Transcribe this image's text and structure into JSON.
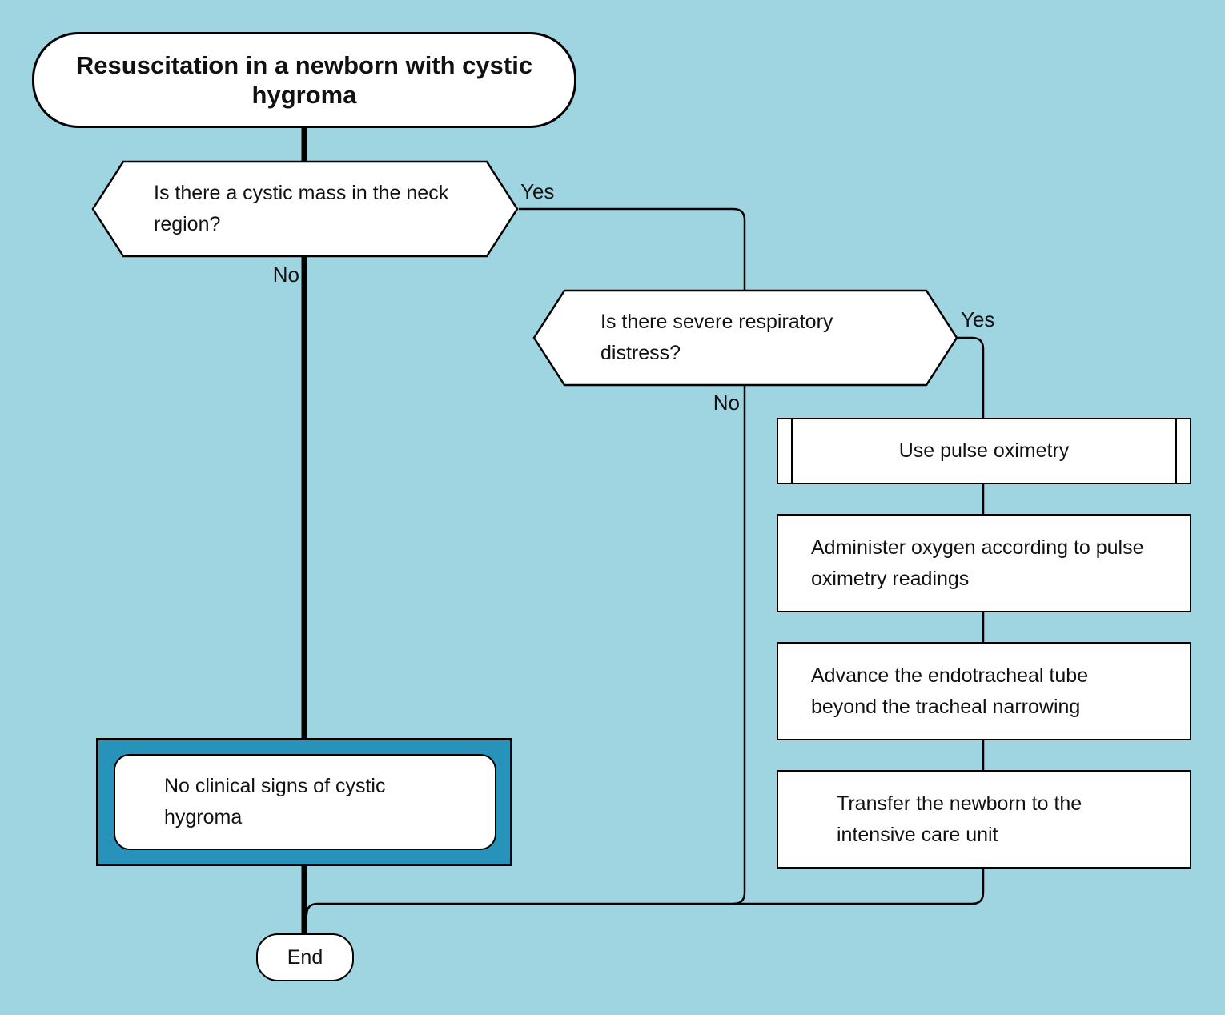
{
  "colors": {
    "background": "#9FD5E1",
    "accent": "#2793BA",
    "line": "#000000",
    "node_fill": "#ffffff"
  },
  "title": {
    "label": "Resuscitation in a newborn with cystic hygroma",
    "type": "start"
  },
  "nodes": {
    "q_cystic_mass": {
      "label": "Is there a cystic mass in the neck region?",
      "type": "decision"
    },
    "q_respiratory_distress": {
      "label": "Is there severe respiratory distress?",
      "type": "decision"
    },
    "use_pulse_oximetry": {
      "label": "Use pulse oximetry",
      "type": "predefined-process"
    },
    "administer_oxygen": {
      "label": "Administer oxygen according to pulse oximetry readings",
      "type": "process"
    },
    "advance_tube": {
      "label": "Advance the endotracheal tube beyond the tracheal narrowing",
      "type": "process"
    },
    "transfer_icu": {
      "label": "Transfer the newborn to the intensive care unit",
      "type": "process"
    },
    "no_clinical_signs": {
      "label": "No clinical signs of cystic hygroma",
      "type": "highlighted-result"
    },
    "end": {
      "label": "End",
      "type": "terminator"
    }
  },
  "edge_labels": {
    "q1_yes": "Yes",
    "q1_no": "No",
    "q2_yes": "Yes",
    "q2_no": "No"
  }
}
